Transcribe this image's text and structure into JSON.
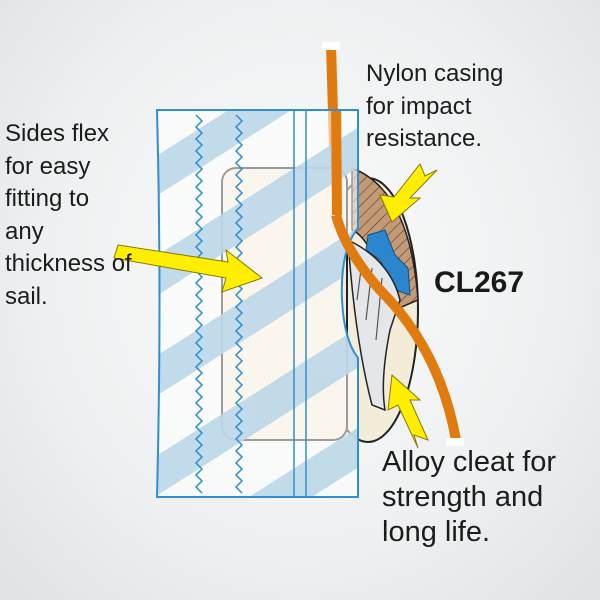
{
  "labels": {
    "sides": [
      "Sides flex",
      "for easy",
      "fitting to",
      "any",
      "thickness of",
      "sail."
    ],
    "nylon": [
      "Nylon casing",
      "for impact",
      "resistance."
    ],
    "alloy": [
      "Alloy cleat for",
      "strength and",
      "long life."
    ],
    "model": "CL267"
  },
  "colors": {
    "rope": "#e07b10",
    "sail_outline": "#2f8fcf",
    "stripe": "#bcd8e8",
    "casing": "#c29a78",
    "arrow": "#ffee00",
    "cleat_blue": "#2b86d0",
    "plate": "#f3ecd8"
  }
}
